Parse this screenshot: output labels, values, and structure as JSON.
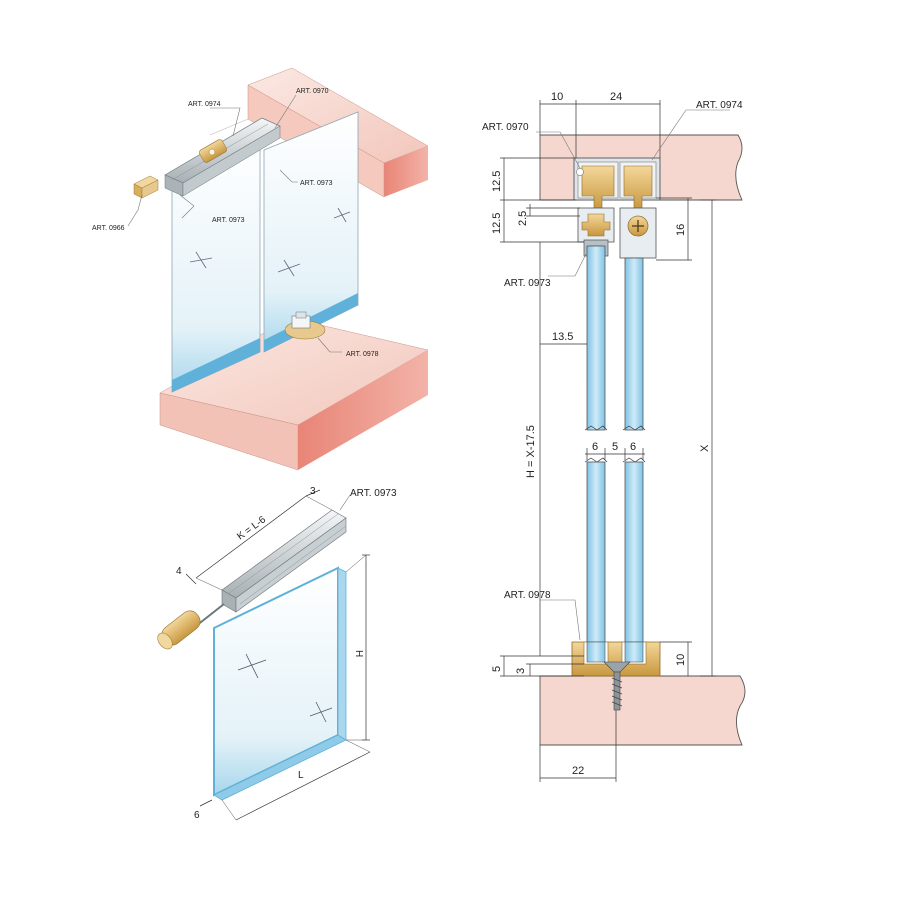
{
  "colors": {
    "wall": "#f6dcd4",
    "wall_edge": "#e07f72",
    "glass": "#d9eef6",
    "glass_blue": "#5fb1d9",
    "profile": "#d7dde0",
    "brass": "#e7c98d",
    "brass_dark": "#b58d45"
  },
  "top_left": {
    "labels": {
      "art_0974": "ART. 0974",
      "art_0970": "ART. 0970",
      "art_0973_a": "ART. 0973",
      "art_0973_b": "ART. 0973",
      "art_0966": "ART. 0966",
      "art_0978": "ART. 0978"
    }
  },
  "bottom_left": {
    "labels": {
      "art_0973": "ART. 0973",
      "k_dim": "K = L-6",
      "three": "3",
      "four": "4",
      "h": "H",
      "l": "L",
      "six": "6"
    }
  },
  "section": {
    "labels": {
      "art_0970": "ART. 0970",
      "art_0974": "ART. 0974",
      "art_0973": "ART. 0973",
      "art_0978": "ART. 0978"
    },
    "dims": {
      "d10_top": "10",
      "d24": "24",
      "d12_5_a": "12.5",
      "d12_5_b": "12.5",
      "d2_5": "2.5",
      "d16": "16",
      "d13_5": "13.5",
      "d6_a": "6",
      "d5_mid": "5",
      "d6_b": "6",
      "h_formula": "H = X-17.5",
      "x": "X",
      "d5_bot": "5",
      "d3": "3",
      "d10_bot": "10",
      "d22": "22"
    }
  }
}
